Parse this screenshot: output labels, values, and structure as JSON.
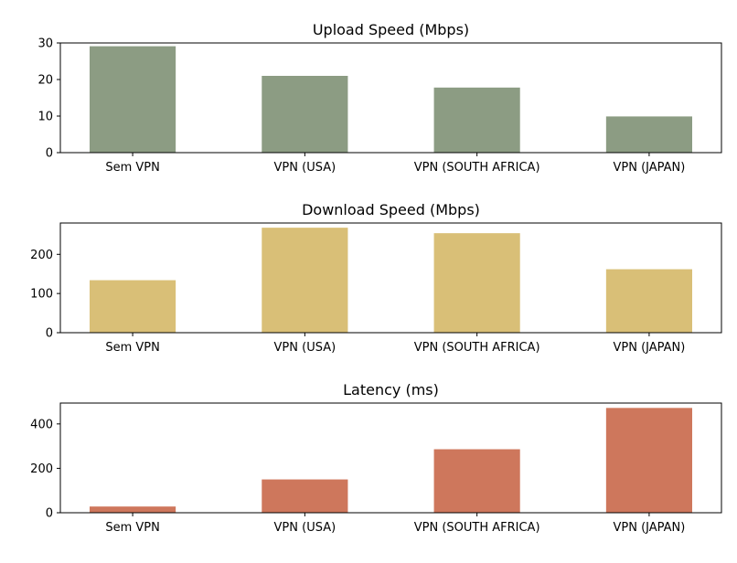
{
  "chart_data": [
    {
      "type": "bar",
      "title": "Upload Speed (Mbps)",
      "xlabel": "",
      "ylabel": "",
      "categories": [
        "Sem VPN",
        "VPN (USA)",
        "VPN (SOUTH AFRICA)",
        "VPN (JAPAN)"
      ],
      "values": [
        29.1,
        21.0,
        17.8,
        9.9
      ],
      "ylim": [
        0,
        30
      ],
      "yticks": [
        0,
        10,
        20,
        30
      ],
      "color": "#8c9c83",
      "grid": false
    },
    {
      "type": "bar",
      "title": "Download Speed (Mbps)",
      "xlabel": "",
      "ylabel": "",
      "categories": [
        "Sem VPN",
        "VPN (USA)",
        "VPN (SOUTH AFRICA)",
        "VPN (JAPAN)"
      ],
      "values": [
        134,
        268,
        254,
        162
      ],
      "ylim": [
        0,
        280
      ],
      "yticks": [
        0,
        100,
        200
      ],
      "color": "#d9bf77",
      "grid": false
    },
    {
      "type": "bar",
      "title": "Latency (ms)",
      "xlabel": "",
      "ylabel": "",
      "categories": [
        "Sem VPN",
        "VPN (USA)",
        "VPN (SOUTH AFRICA)",
        "VPN (JAPAN)"
      ],
      "values": [
        28,
        150,
        286,
        472
      ],
      "ylim": [
        0,
        494
      ],
      "yticks": [
        0,
        200,
        400
      ],
      "color": "#ce775c",
      "grid": false
    }
  ]
}
